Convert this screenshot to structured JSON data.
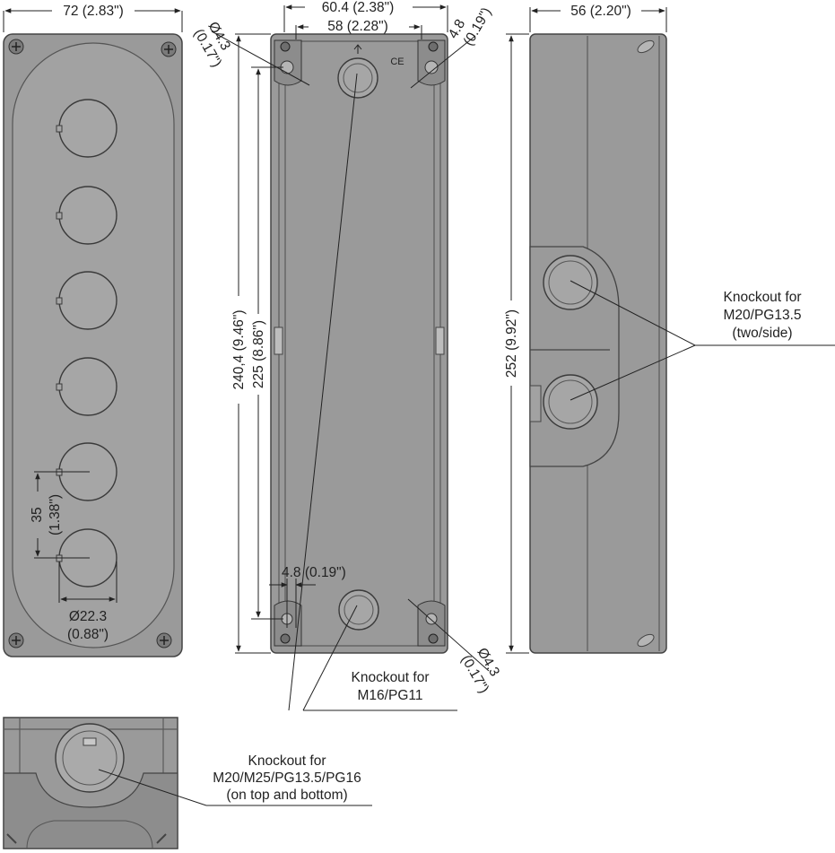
{
  "front_view": {
    "width_dim": "72 (2.83\")",
    "pitch_dim_mm": "35",
    "pitch_dim_in": "(1.38\")",
    "hole_dim_mm": "Ø22.3",
    "hole_dim_in": "(0.88\")"
  },
  "back_view": {
    "outer_width_dim": "60.4 (2.38\")",
    "inner_width_dim": "58 (2.28\")",
    "outer_height_dim": "240,4 (9.46\")",
    "inner_height_dim": "225 (8.86\")",
    "hole_tl_mm": "Ø4.3",
    "hole_tl_in": "(0.17\")",
    "hole_tr_mm": "4.8",
    "hole_tr_in": "(0.19\")",
    "offset_dim": "4.8 (0.19\")",
    "hole_br_mm": "Ø4.3",
    "hole_br_in": "(0.17\")",
    "ce_mark": "CE",
    "knockout_label": [
      "Knockout for",
      "M16/PG11"
    ]
  },
  "side_view": {
    "depth_dim": "56 (2.20\")",
    "height_dim": "252 (9.92\")",
    "knockout_label": [
      "Knockout for",
      "M20/PG13.5",
      "(two/side)"
    ]
  },
  "top_view": {
    "knockout_label": [
      "Knockout for",
      "M20/M25/PG13.5/PG16",
      "(on top and bottom)"
    ]
  }
}
